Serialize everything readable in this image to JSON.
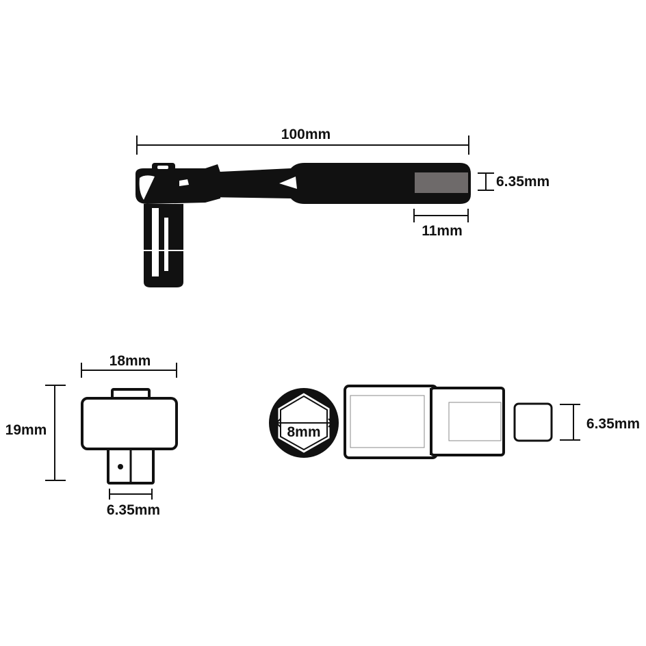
{
  "colors": {
    "background": "#ffffff",
    "ink": "#111111",
    "drive_square_fill": "#6e6a6a",
    "highlight": "#ffffff"
  },
  "dimensions": {
    "total_length": "100mm",
    "drive_square_size": "6.35mm",
    "drive_square_depth": "11mm",
    "head_width": "18mm",
    "head_height": "19mm",
    "head_drive_size": "6.35mm",
    "socket_hex_size": "8mm",
    "socket_drive_size": "6.35mm"
  }
}
